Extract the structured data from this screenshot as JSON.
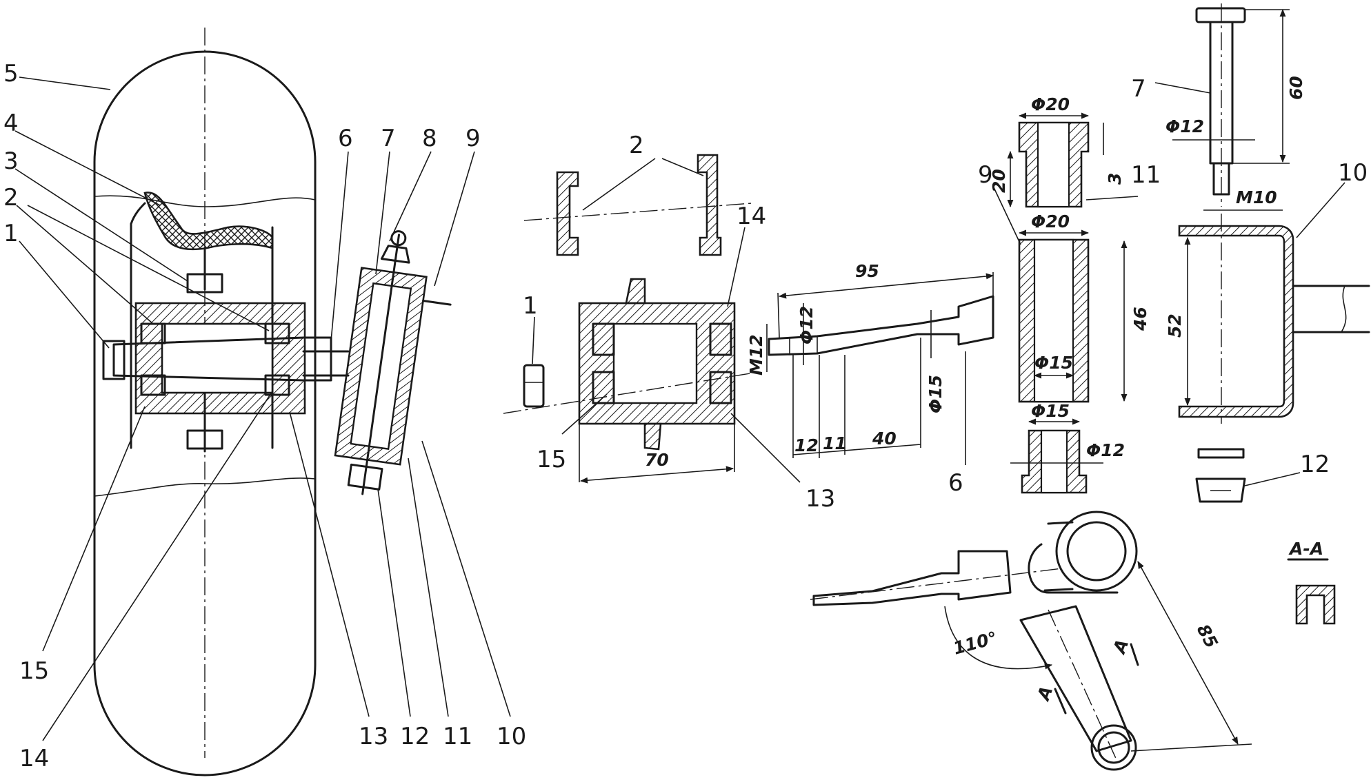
{
  "assembly_labels": [
    "5",
    "4",
    "3",
    "2",
    "1",
    "6",
    "7",
    "8",
    "9",
    "15",
    "14",
    "13",
    "12",
    "11",
    "10"
  ],
  "parts": {
    "p2": "2",
    "p14": "14",
    "p1": "1",
    "p15": "15",
    "p13": "13",
    "p9": "9",
    "p6": "6",
    "p11": "11",
    "p7": "7",
    "p10": "10",
    "p12": "12"
  },
  "dimensions": {
    "hub_length": "70",
    "axle_length": "95",
    "axle_thread": "M12",
    "axle_d1": "Φ12",
    "axle_d2": "Φ15",
    "axle_seg1": "12",
    "axle_seg2": "11",
    "axle_seg3": "40",
    "bush_top_d": "Φ20",
    "bush_top_h": "20",
    "bush_top_shoulder": "3",
    "sleeve_d": "Φ20",
    "sleeve_h": "46",
    "sleeve_inner": "Φ15",
    "bush_bottom_d": "Φ15",
    "bush_bottom_inner": "Φ12",
    "pin_len": "60",
    "pin_d": "Φ12",
    "pin_thread": "M10",
    "bracket_h": "52",
    "angle": "110°",
    "arm_len": "85",
    "section_mark": "А",
    "section_title": "А-А"
  }
}
